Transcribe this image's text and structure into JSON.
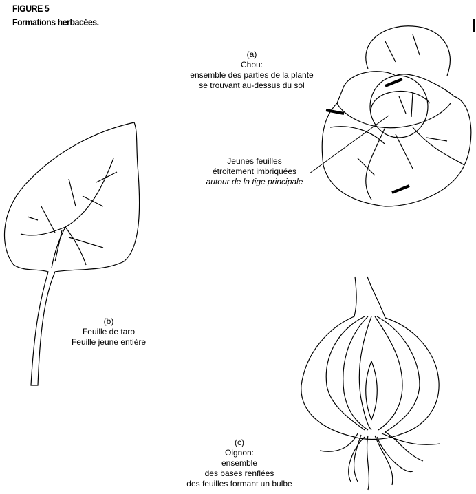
{
  "figure": {
    "number": "FIGURE 5",
    "title": "Formations herbacées."
  },
  "caption_a": {
    "label": "(a)",
    "name": "Chou:",
    "line1": "ensemble des parties de  la plante",
    "line2": "se trouvant au-dessus du sol"
  },
  "callout_a": {
    "line1": "Jeunes feuilles",
    "line2": "étroitement imbriquées",
    "line3": "autour de la tige principale"
  },
  "caption_b": {
    "label": "(b)",
    "line1": "Feuille de taro",
    "line2": "Feuille jeune entière"
  },
  "caption_c": {
    "label": "(c)",
    "name": "Oignon:",
    "line1": "ensemble",
    "line2": "des bases renflées",
    "line3": "des feuilles formant un bulbe"
  }
}
